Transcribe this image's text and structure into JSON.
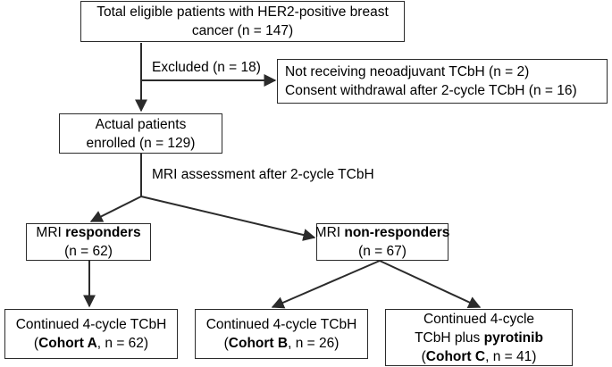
{
  "colors": {
    "stroke": "#2b2b2b",
    "text": "#000000",
    "background": "#ffffff"
  },
  "total": {
    "line1": "Total eligible patients with HER2-positive breast",
    "line2": "cancer (n = 147)"
  },
  "excluded": {
    "label": "Excluded (n = 18)",
    "reason1": "Not receiving neoadjuvant TCbH (n = 2)",
    "reason2": "Consent withdrawal after 2-cycle TCbH (n = 16)"
  },
  "enrolled": {
    "line1": "Actual patients",
    "line2": "enrolled (n = 129)"
  },
  "assessment_label": "MRI assessment after 2-cycle TCbH",
  "responders": {
    "prefix": "MRI ",
    "bold": "responders",
    "count": "(n = 62)"
  },
  "non_responders": {
    "prefix": "MRI ",
    "bold": "non-responders",
    "count": "(n = 67)"
  },
  "cohort_a": {
    "line1": "Continued 4-cycle TCbH",
    "open": "(",
    "bold": "Cohort A",
    "rest": ", n = 62)"
  },
  "cohort_b": {
    "line1": "Continued 4-cycle TCbH",
    "open": "(",
    "bold": "Cohort B",
    "rest": ", n = 26)"
  },
  "cohort_c": {
    "line1": "Continued 4-cycle",
    "line2_prefix": "TCbH plus ",
    "line2_bold": "pyrotinib",
    "open": "(",
    "bold": "Cohort C",
    "rest": ", n = 41)"
  }
}
